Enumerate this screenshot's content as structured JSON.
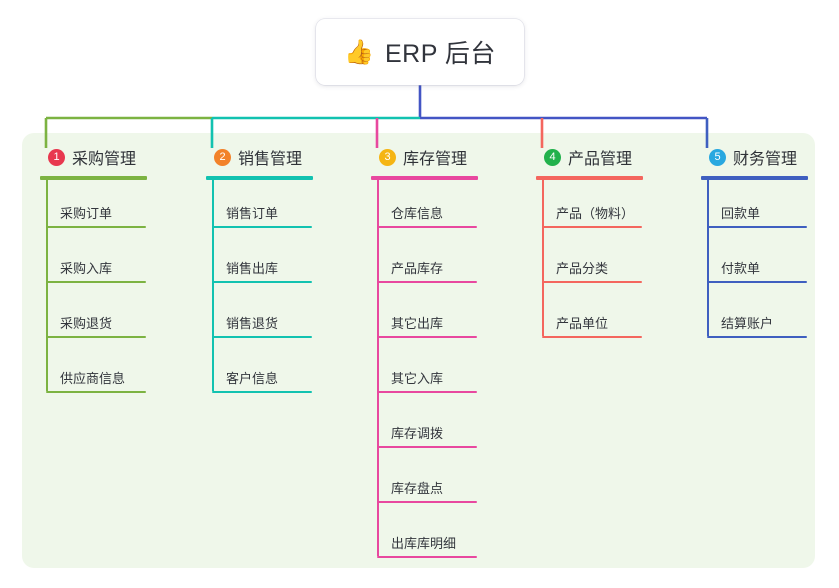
{
  "root": {
    "icon": "thumbs-up-icon",
    "emoji": "👍",
    "title": "ERP 后台"
  },
  "palette": {
    "panel_bg": "#eff7ea",
    "page_bg": "#ffffff",
    "root_stem": "#4355c4",
    "text": "#33363d"
  },
  "columns": [
    {
      "index": "1",
      "title": "采购管理",
      "badge_color": "#e8384f",
      "line_color": "#7cb342",
      "items": [
        {
          "label": "采购订单"
        },
        {
          "label": "采购入库"
        },
        {
          "label": "采购退货"
        },
        {
          "label": "供应商信息"
        }
      ]
    },
    {
      "index": "2",
      "title": "销售管理",
      "badge_color": "#f2822a",
      "line_color": "#12c2b0",
      "items": [
        {
          "label": "销售订单"
        },
        {
          "label": "销售出库"
        },
        {
          "label": "销售退货"
        },
        {
          "label": "客户信息"
        }
      ]
    },
    {
      "index": "3",
      "title": "库存管理",
      "badge_color": "#f5b513",
      "line_color": "#e8489f",
      "items": [
        {
          "label": "仓库信息"
        },
        {
          "label": "产品库存"
        },
        {
          "label": "其它出库"
        },
        {
          "label": "其它入库"
        },
        {
          "label": "库存调拨"
        },
        {
          "label": "库存盘点"
        },
        {
          "label": "出库库明细"
        }
      ]
    },
    {
      "index": "4",
      "title": "产品管理",
      "badge_color": "#22b14c",
      "line_color": "#f4665e",
      "items": [
        {
          "label": "产品（物料）"
        },
        {
          "label": "产品分类"
        },
        {
          "label": "产品单位"
        }
      ]
    },
    {
      "index": "5",
      "title": "财务管理",
      "badge_color": "#29a8e0",
      "line_color": "#3f5fc0",
      "items": [
        {
          "label": "回款单"
        },
        {
          "label": "付款单"
        },
        {
          "label": "结算账户"
        }
      ]
    }
  ]
}
